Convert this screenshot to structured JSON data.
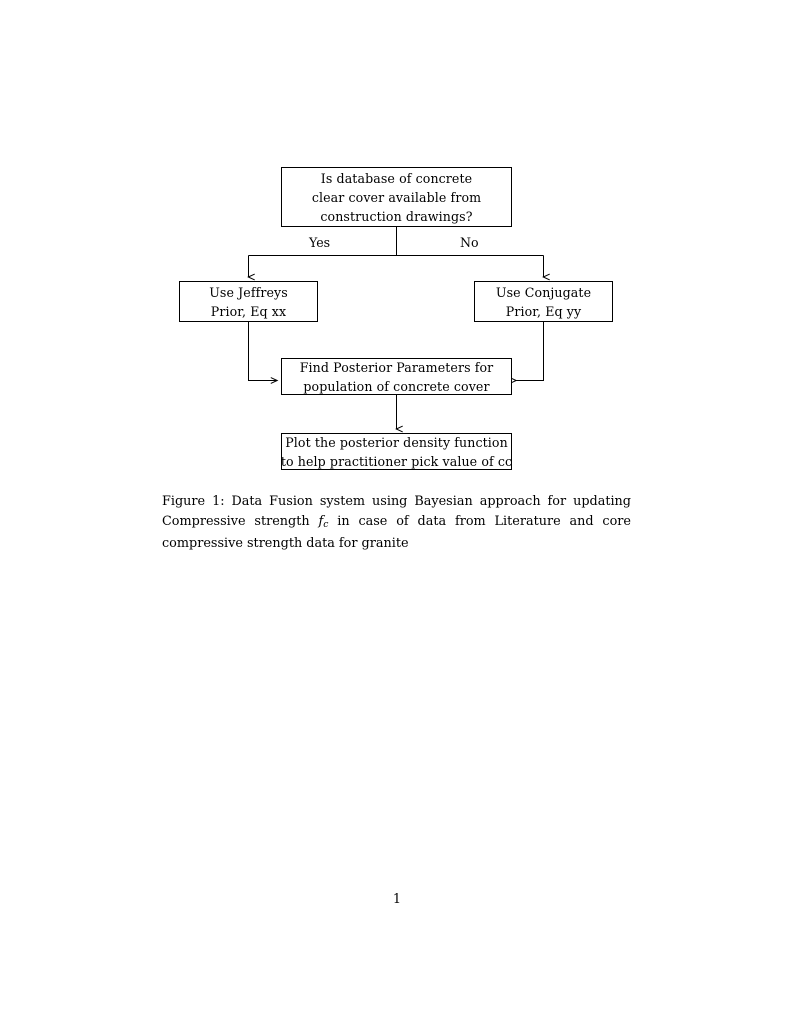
{
  "document": {
    "page_number": "1",
    "background_color": "#ffffff",
    "ink_color": "#000000"
  },
  "figure": {
    "nodes": {
      "question": {
        "id": "decision-database-available",
        "lines": [
          "Is database of concrete",
          "clear cover available from",
          "construction drawings?"
        ]
      },
      "jeffreys": {
        "id": "use-jeffreys-prior",
        "lines": [
          "Use Jeffreys",
          "Prior, Eq xx"
        ]
      },
      "conjugate": {
        "id": "use-conjugate-prior",
        "lines": [
          "Use Conjugate",
          "Prior, Eq yy"
        ]
      },
      "posterior": {
        "id": "find-posterior-parameters",
        "lines": [
          "Find Posterior Parameters for",
          "population of concrete cover"
        ]
      },
      "plot": {
        "id": "plot-posterior-density",
        "lines": [
          "Plot the posterior density function",
          "to help practitioner pick value of cc"
        ]
      }
    },
    "branch_labels": {
      "yes": "Yes",
      "no": "No"
    },
    "edges": [
      {
        "from": "question",
        "to": "jeffreys",
        "label": "Yes"
      },
      {
        "from": "question",
        "to": "conjugate",
        "label": "No"
      },
      {
        "from": "jeffreys",
        "to": "posterior",
        "label": ""
      },
      {
        "from": "conjugate",
        "to": "posterior",
        "label": ""
      },
      {
        "from": "posterior",
        "to": "plot",
        "label": ""
      }
    ]
  },
  "caption": {
    "label": "Figure 1:",
    "text_before_math": " Data Fusion system using Bayesian approach for updating Compressive strength ",
    "math_base": "f",
    "math_sub": "c",
    "text_after_math": " in case of data from Literature and core compressive strength data for granite"
  }
}
